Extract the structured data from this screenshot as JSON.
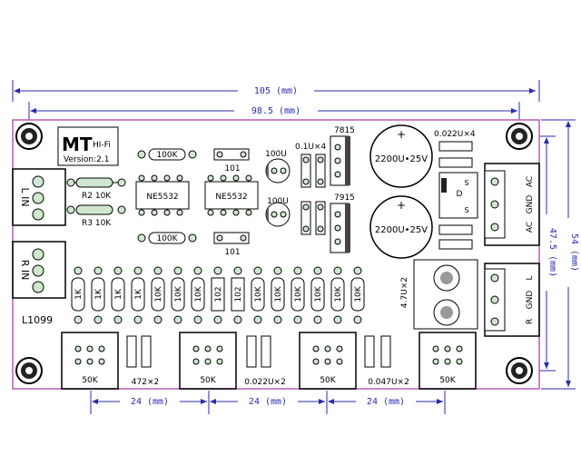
{
  "dimensions": {
    "width_outer": "105 (mm)",
    "width_inner": "98.5 (mm)",
    "height_inner": "47.5 (mm)",
    "height_outer": "54 (mm)",
    "spacing": [
      "24 (mm)",
      "24 (mm)",
      "24 (mm)"
    ]
  },
  "brand": {
    "logo": "MT",
    "subtitle": "HI-Fi",
    "version": "Version:2.1"
  },
  "board_id": "L1099",
  "connectors": {
    "left_in": "L IN",
    "right_in": "R IN",
    "ac_power": [
      "AC",
      "GND",
      "AC"
    ],
    "output": [
      "R",
      "GND",
      "L"
    ]
  },
  "components": {
    "ic1": "NE5532",
    "ic2": "NE5532",
    "res_100k_top": "100K",
    "res_100k_bottom": "100K",
    "r2": "R2 10K",
    "r3": "R3 10K",
    "cap_101_top": "101",
    "cap_101_bottom": "101",
    "cap_100u_top": "100U",
    "cap_100u_bottom": "100U",
    "cap_01u": "0.1U×4",
    "reg_7815": "7815",
    "reg_7915": "7915",
    "cap_2200_top": "2200U•25V",
    "cap_2200_bottom": "2200U•25V",
    "cap_0022_top": "0.022U×4",
    "rect_d": "D",
    "rect_s1": "S",
    "rect_s2": "S",
    "cap_47u": "4.7U×2",
    "resistor_row": [
      "1K",
      "1K",
      "1K",
      "1K",
      "10K",
      "10K",
      "10K",
      "102",
      "102",
      "10K",
      "10K",
      "10K",
      "10K",
      "10K",
      "10K"
    ],
    "pots": [
      "50K",
      "50K",
      "50K",
      "50K"
    ],
    "cap_472": "472×2",
    "cap_0022_bottom": "0.022U×2",
    "cap_0047": "0.047U×2"
  },
  "colors": {
    "dimension_line": "#2a2ab0",
    "board_outline": "#b85cb8",
    "silk": "#000000"
  }
}
